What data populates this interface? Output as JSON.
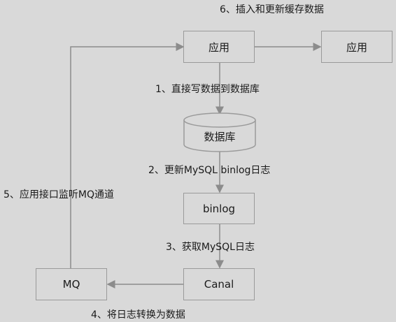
{
  "nodes": {
    "app_main": "应用",
    "app_other": "应用",
    "database": "数据库",
    "binlog": "binlog",
    "canal": "Canal",
    "mq": "MQ"
  },
  "steps": {
    "step1": "1、直接写数据到数据库",
    "step2": "2、更新MySQL binlog日志",
    "step3": "3、获取MySQL日志",
    "step4": "4、将日志转换为数据",
    "step5": "5、应用接口监听MQ通道",
    "step6": "6、插入和更新缓存数据"
  },
  "colors": {
    "background": "#d9d9d9",
    "border": "#9a9a9a",
    "line": "#8c8c8c"
  }
}
